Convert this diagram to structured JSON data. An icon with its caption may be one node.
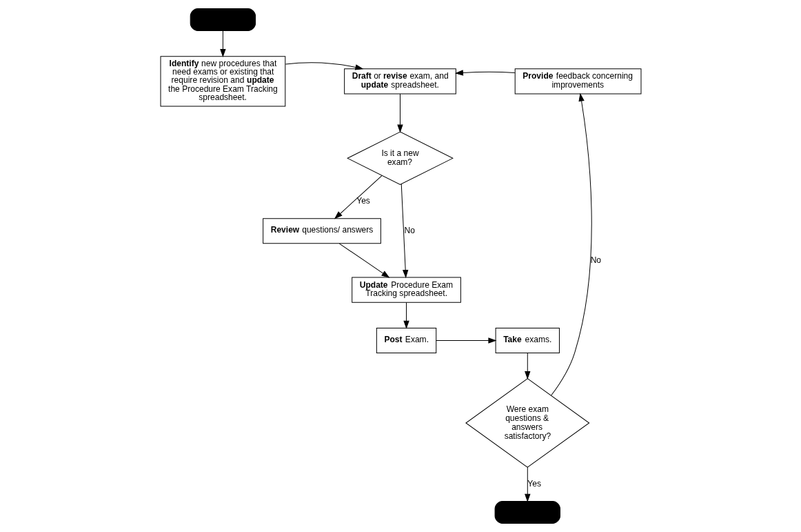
{
  "diagram": {
    "nodes": [
      {
        "text": [],
        "shape": "box"
      },
      {
        "text": [
          "**Identify** new procedures that need exams or existing that require revision and **update** the Procedure Exam Tracking spreadsheet."
        ]
      },
      {
        "text": [
          "**Draft** or **revise** exam, and **update** spreadsheet."
        ]
      },
      {
        "text": [
          "**Provide** feedback concerning improvements"
        ]
      },
      {
        "text": [
          "Is it a new exam?"
        ]
      },
      {
        "text": [
          "**Review** questions/ answers"
        ]
      },
      {
        "text": [
          "**Update** Procedure Exam Tracking spreadsheet."
        ]
      },
      {
        "text": [
          "**Post** Exam."
        ]
      },
      {
        "text": [
          "**Take** exams."
        ]
      },
      {
        "text": [
          "Were exam questions & answers satisfactory?"
        ]
      },
      {
        "text": [],
        "shape": "box"
      }
    ],
    "edges": [
      {
        "from": 0,
        "to": 1,
        "arrow": "to"
      },
      {
        "from": 1,
        "to": 2,
        "arrow": "to"
      },
      {
        "from": 3,
        "to": 2,
        "arrow": "to"
      },
      {
        "from": 2,
        "to": 4,
        "arrow": "to"
      },
      {
        "from": 4,
        "to": 5,
        "arrow": "to",
        "label": "Yes"
      },
      {
        "from": 4,
        "to": 6,
        "arrow": "to",
        "label": "No"
      },
      {
        "from": 5,
        "to": 6,
        "arrow": "to"
      },
      {
        "from": 6,
        "to": 7,
        "arrow": "to"
      },
      {
        "from": 7,
        "to": 8,
        "arrow": "to"
      },
      {
        "from": 8,
        "to": 9,
        "arrow": "to"
      },
      {
        "from": 9,
        "to": 10,
        "arrow": "to",
        "label": "Yes"
      },
      {
        "from": 9,
        "to": 3,
        "arrow": "to",
        "label": "No"
      }
    ]
  }
}
